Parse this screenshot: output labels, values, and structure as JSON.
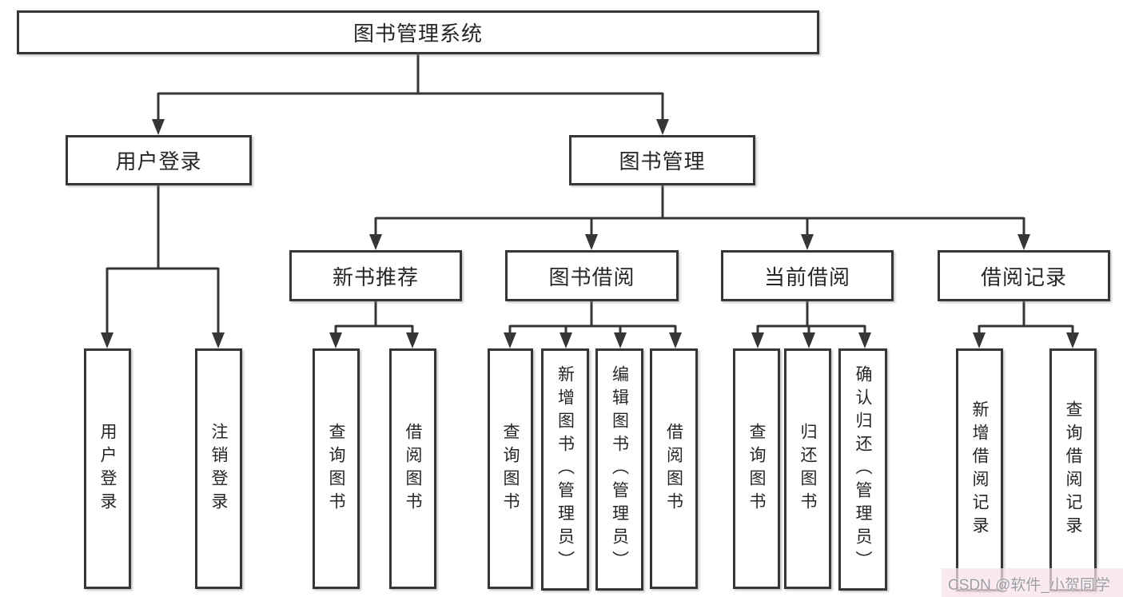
{
  "title": {
    "label": "图书管理系统"
  },
  "level2": {
    "user_login": {
      "label": "用户登录"
    },
    "book_management": {
      "label": "图书管理"
    }
  },
  "level3": {
    "new_book_recommend": {
      "label": "新书推荐"
    },
    "book_borrow": {
      "label": "图书借阅"
    },
    "current_borrow": {
      "label": "当前借阅"
    },
    "borrow_records": {
      "label": "借阅记录"
    }
  },
  "leaves": {
    "user_login": {
      "label": "用户登录"
    },
    "logout": {
      "label": "注销登录"
    },
    "recommend_query_books": {
      "label": "查询图书"
    },
    "recommend_borrow_books": {
      "label": "借阅图书"
    },
    "borrow_query_books": {
      "label": "查询图书"
    },
    "add_books_admin": {
      "label": "新增图书（管理员）"
    },
    "edit_books_admin": {
      "label": "编辑图书（管理员）"
    },
    "borrow_books": {
      "label": "借阅图书"
    },
    "current_query_books": {
      "label": "查询图书"
    },
    "return_books": {
      "label": "归还图书"
    },
    "confirm_return_admin": {
      "label": "确认归还（管理员）"
    },
    "add_borrow_record": {
      "label": "新增借阅记录"
    },
    "query_borrow_record": {
      "label": "查询借阅记录"
    }
  },
  "watermark": {
    "text": "CSDN @软件_小贺同学"
  },
  "colors": {
    "line": "#363636",
    "text": "#262626",
    "watermark_text": "#9c9ca2",
    "watermark_bg": "#fae0ea"
  }
}
